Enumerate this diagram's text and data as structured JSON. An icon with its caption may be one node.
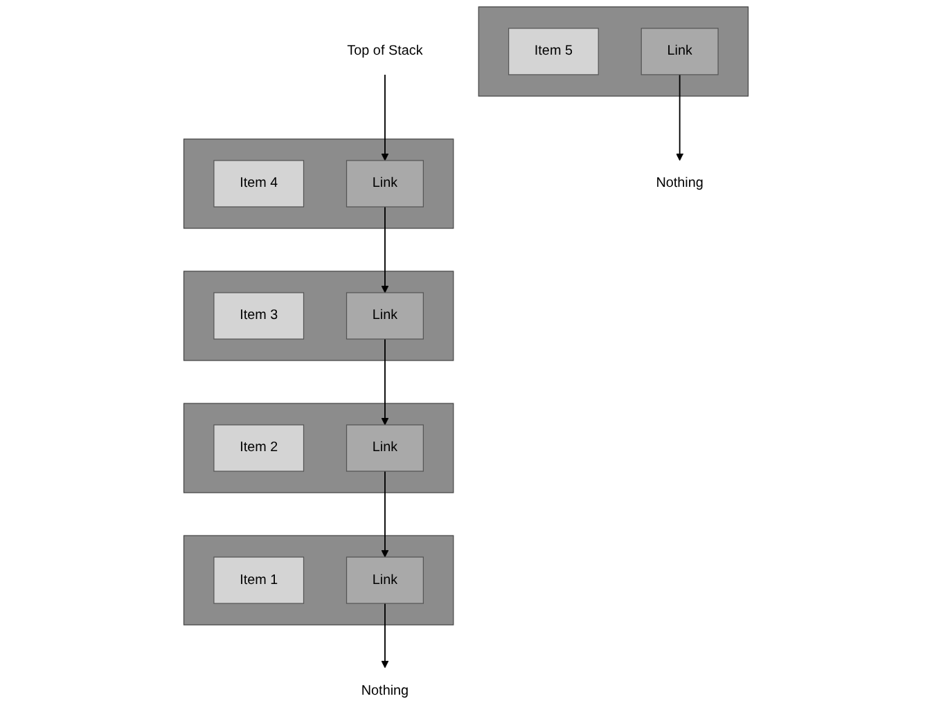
{
  "diagram": {
    "nodes": [
      {
        "text": [],
        "shape": "box"
      },
      {
        "text": [
          "Item 5"
        ],
        "in": 0
      },
      {
        "text": [
          "Link"
        ],
        "in": 0
      },
      {
        "text": [
          "Nothing"
        ]
      },
      {
        "text": [
          "Top of Stack"
        ]
      },
      {
        "text": [],
        "shape": "box"
      },
      {
        "text": [
          "Item 4"
        ],
        "in": 5
      },
      {
        "text": [
          "Link"
        ],
        "in": 5
      },
      {
        "text": [],
        "shape": "box"
      },
      {
        "text": [
          "Item 3"
        ],
        "in": 8
      },
      {
        "text": [
          "Link"
        ],
        "in": 8
      },
      {
        "text": [],
        "shape": "box"
      },
      {
        "text": [
          "Item 2"
        ],
        "in": 11
      },
      {
        "text": [
          "Link"
        ],
        "in": 11
      },
      {
        "text": [],
        "shape": "box"
      },
      {
        "text": [
          "Item 1"
        ],
        "in": 14
      },
      {
        "text": [
          "Link"
        ],
        "in": 14
      },
      {
        "text": [
          "Nothing"
        ]
      }
    ],
    "edges": [
      {
        "from": 2,
        "to": 3,
        "arrow": "to"
      },
      {
        "from": 4,
        "to": 7,
        "arrow": "to"
      },
      {
        "from": 7,
        "to": 10,
        "arrow": "to"
      },
      {
        "from": 10,
        "to": 13,
        "arrow": "to"
      },
      {
        "from": 13,
        "to": 16,
        "arrow": "to"
      },
      {
        "from": 16,
        "to": 17,
        "arrow": "to"
      }
    ]
  }
}
